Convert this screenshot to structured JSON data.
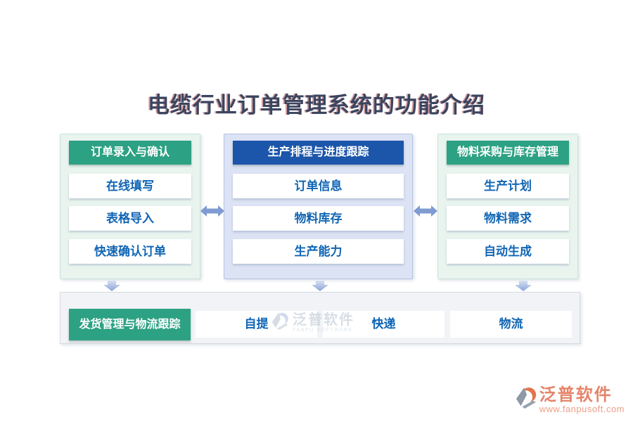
{
  "title": "电缆行业订单管理系统的功能介绍",
  "panels": [
    {
      "header": "订单录入与确认",
      "theme": "green",
      "items": [
        "在线填写",
        "表格导入",
        "快速确认订单"
      ]
    },
    {
      "header": "生产排程与进度跟踪",
      "theme": "blue",
      "items": [
        "订单信息",
        "物料库存",
        "生产能力"
      ]
    },
    {
      "header": "物料采购与库存管理",
      "theme": "green",
      "items": [
        "生产计划",
        "物料需求",
        "自动生成"
      ]
    }
  ],
  "bottom": {
    "header": "发货管理与物流跟踪",
    "items": [
      "自提",
      "快递",
      "物流"
    ]
  },
  "watermark": {
    "name": "泛普软件",
    "subtitle": "FANPU SOFTWARE"
  },
  "brand": {
    "name": "泛普软件",
    "url": "www.fanpusoft.com"
  },
  "colors": {
    "green_accent": "#2da183",
    "blue_accent": "#1c56ab",
    "item_text_blue": "#1065b4",
    "panel_green_bg": "#e9f4ef",
    "panel_blue_bg": "#dce3f4",
    "bottom_bar_bg": "#f1f3f6",
    "arrow_blue": "#7f9bd2",
    "brand_orange": "#e5846a",
    "title_color": "#3a4560"
  }
}
